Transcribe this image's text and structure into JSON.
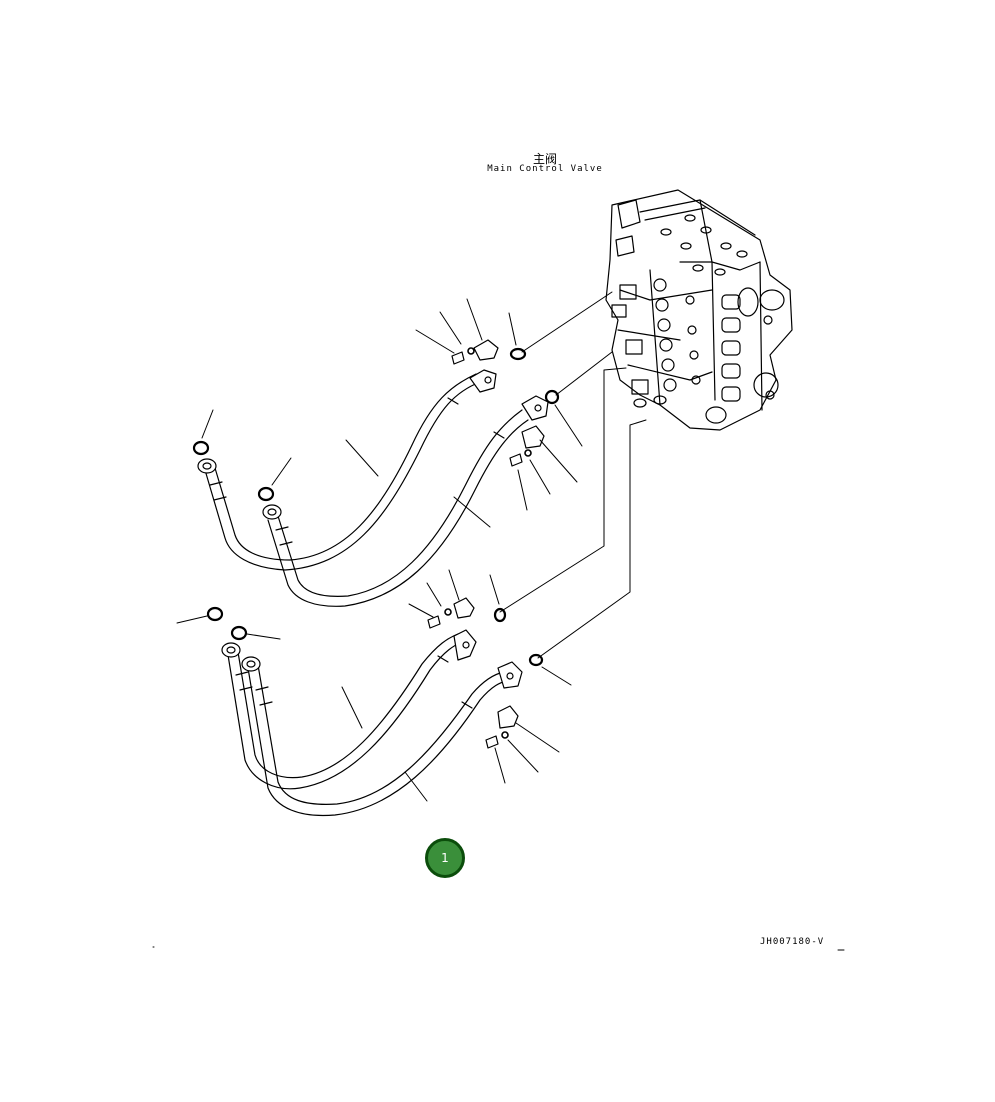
{
  "diagram": {
    "component_label_cn": "主阀",
    "component_label_en": "Main Control Valve",
    "drawing_code": "JH007180-V",
    "callout_number": "1",
    "callout_color": "#3a8f3a"
  }
}
